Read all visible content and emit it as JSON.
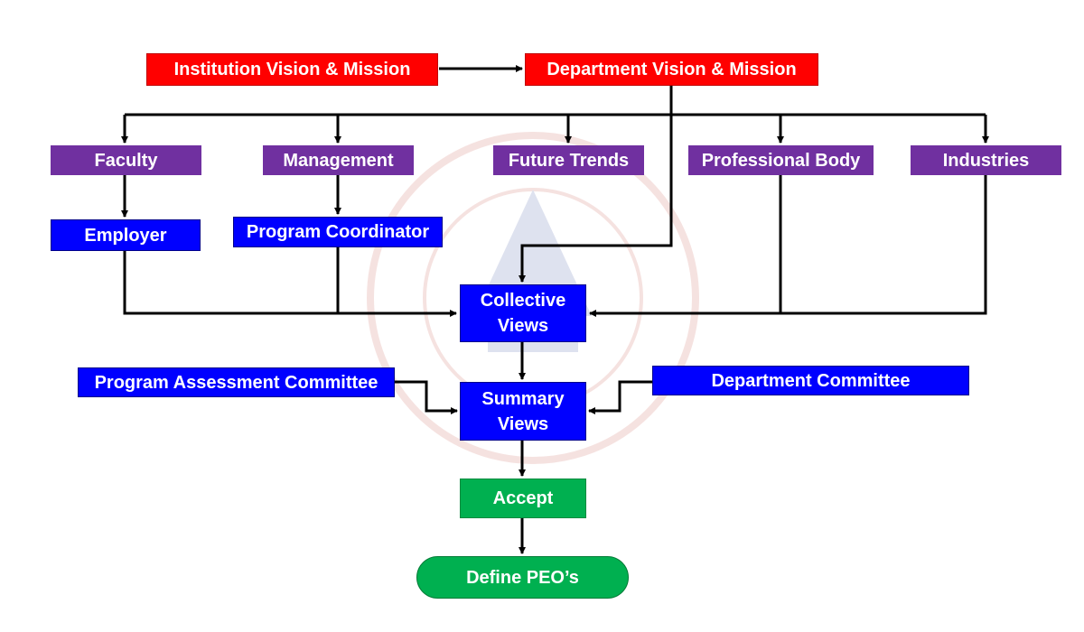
{
  "colors": {
    "vision_red": "#ff0000",
    "stakeholder_purple": "#7030a0",
    "process_blue": "#0000ff",
    "accept_green": "#00b050",
    "connector": "#000000",
    "watermark": "#c0392b"
  },
  "diagram": {
    "institution_vision": "Institution Vision & Mission",
    "department_vision": "Department Vision & Mission",
    "faculty": "Faculty",
    "management": "Management",
    "future_trends": "Future Trends",
    "professional_body": "Professional Body",
    "industries": "Industries",
    "employer": "Employer",
    "program_coordinator": "Program Coordinator",
    "collective_views": "Collective Views",
    "program_assessment_committee": "Program Assessment Committee",
    "department_committee": "Department Committee",
    "summary_views": "Summary Views",
    "accept": "Accept",
    "define_peos": "Define PEO’s"
  }
}
